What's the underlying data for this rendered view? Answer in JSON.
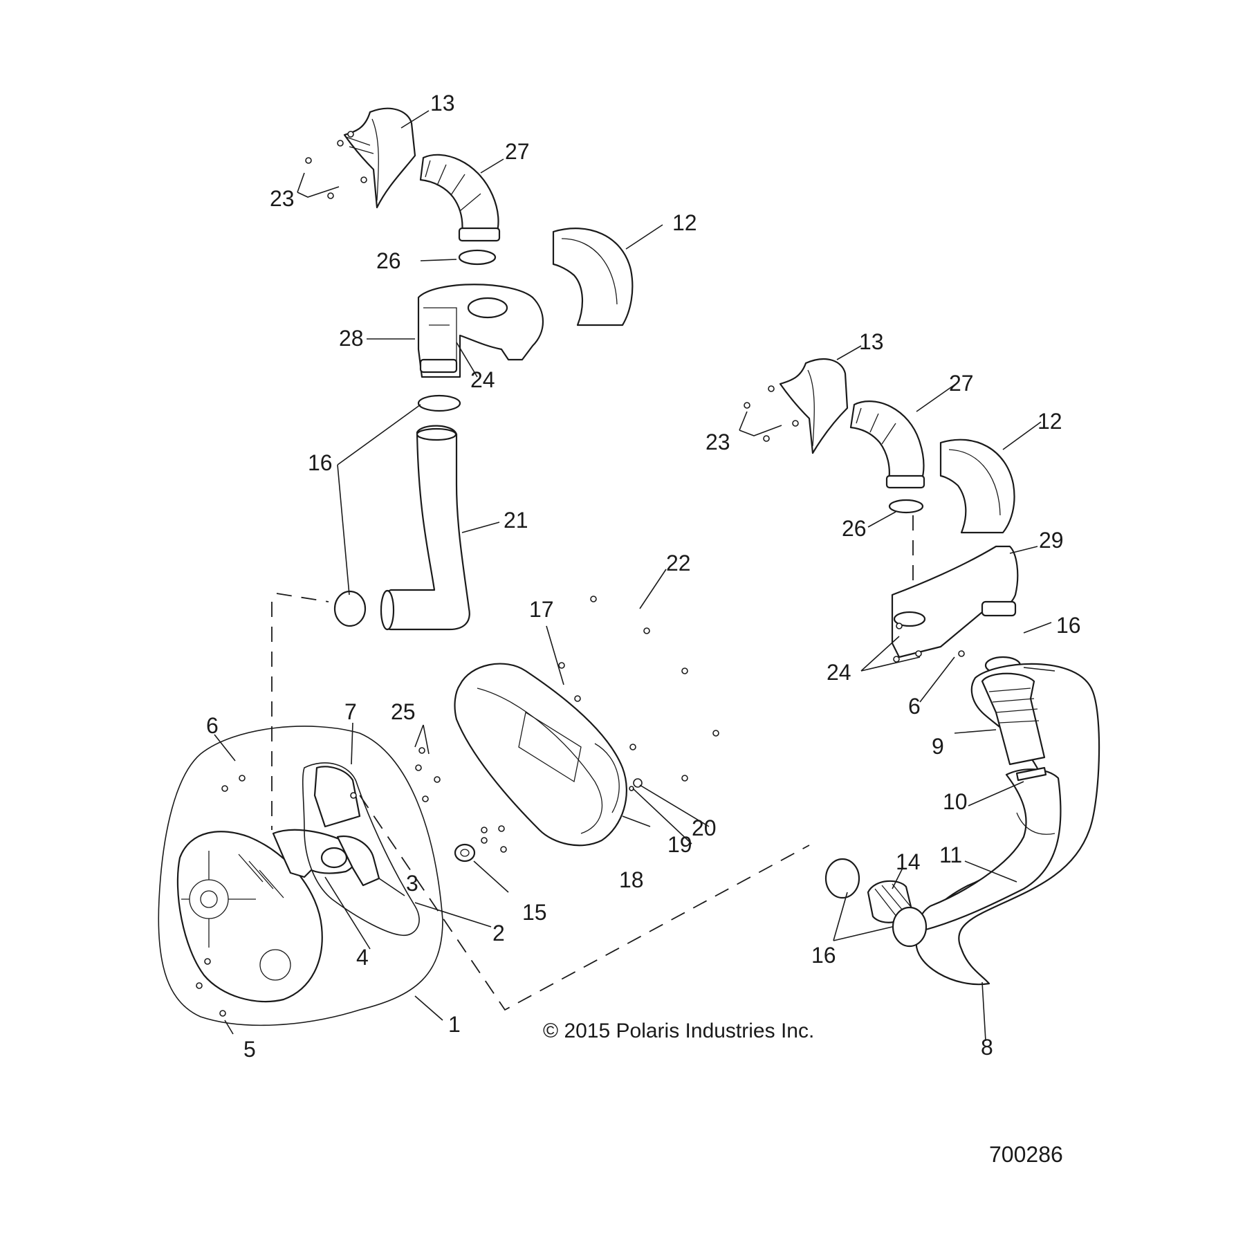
{
  "copyright": "© 2015 Polaris Industries Inc.",
  "drawing_number": "700286",
  "callouts": {
    "c1": "1",
    "c2": "2",
    "c3": "3",
    "c4": "4",
    "c5": "5",
    "c6a": "6",
    "c6b": "6",
    "c7": "7",
    "c8": "8",
    "c9": "9",
    "c10": "10",
    "c11": "11",
    "c12a": "12",
    "c12b": "12",
    "c13a": "13",
    "c13b": "13",
    "c14": "14",
    "c15": "15",
    "c16a": "16",
    "c16b": "16",
    "c16c": "16",
    "c17": "17",
    "c18": "18",
    "c19": "19",
    "c20": "20",
    "c21": "21",
    "c22": "22",
    "c23a": "23",
    "c23b": "23",
    "c24a": "24",
    "c24b": "24",
    "c25": "25",
    "c26a": "26",
    "c26b": "26",
    "c27a": "27",
    "c27b": "27",
    "c28": "28",
    "c29": "29"
  }
}
